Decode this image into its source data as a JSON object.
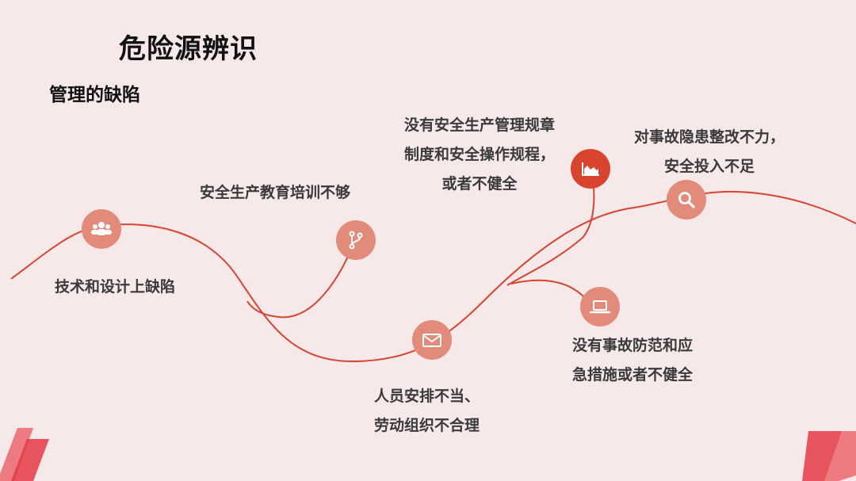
{
  "slide": {
    "title": "危险源辨识",
    "subtitle": "管理的缺陷"
  },
  "nodes": [
    {
      "id": "tech",
      "label_lines": [
        "技术和设计上缺陷"
      ],
      "icon": "users-group-icon",
      "color": "#e38b7a"
    },
    {
      "id": "training",
      "label_lines": [
        "安全生产教育培训不够"
      ],
      "icon": "branch-icon",
      "color": "#e38b7a"
    },
    {
      "id": "staffing",
      "label_lines": [
        "人员安排不当、",
        "劳动组织不合理"
      ],
      "icon": "envelope-icon",
      "color": "#e38b7a"
    },
    {
      "id": "rules",
      "label_lines": [
        "没有安全生产管理规章",
        "制度和安全操作规程，",
        "或者不健全"
      ],
      "icon": "area-chart-icon",
      "color": "#d9442f"
    },
    {
      "id": "emergency",
      "label_lines": [
        "没有事故防范和应",
        "急措施或者不健全"
      ],
      "icon": "laptop-icon",
      "color": "#e38b7a"
    },
    {
      "id": "hazard",
      "label_lines": [
        "对事故隐患整改不力，",
        "安全投入不足"
      ],
      "icon": "search-icon",
      "color": "#e38b7a"
    }
  ],
  "colors": {
    "background": "#f7e9ea",
    "curve": "#d9442f",
    "node": "#e38b7a",
    "node_accent": "#d9442f"
  }
}
